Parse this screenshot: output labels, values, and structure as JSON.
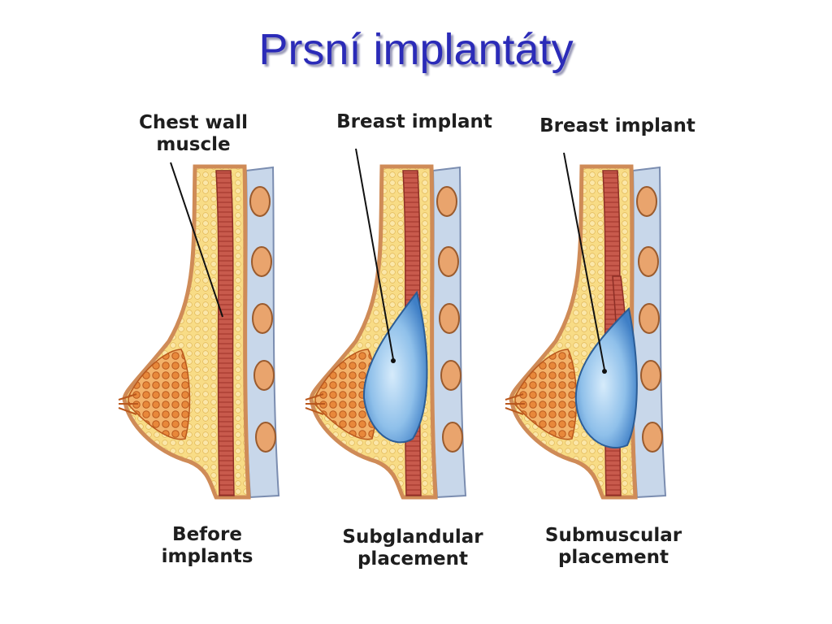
{
  "slide": {
    "title": "Prsní implantáty"
  },
  "diagram": {
    "panels": [
      {
        "callout": "Chest wall\nmuscle",
        "caption": "Before\nimplants"
      },
      {
        "callout": "Breast implant",
        "caption": "Subglandular\nplacement"
      },
      {
        "callout": "Breast implant",
        "caption": "Submuscular\nplacement"
      }
    ],
    "colors": {
      "title": "#2b2bb8",
      "skin": "#e9a46d",
      "fat": "#f6d37a",
      "muscle": "#c9584b",
      "ribs": "#9cb6d8",
      "implant": "#7fb4e6",
      "gland": "#e48d3d"
    }
  }
}
